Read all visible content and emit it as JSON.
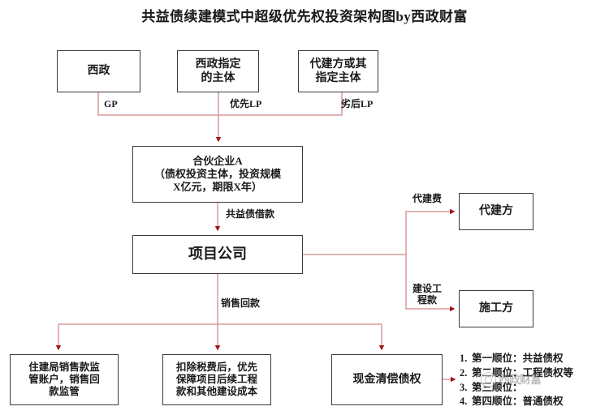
{
  "title": "共益债续建模式中超级优先权投资架构图by西政财富",
  "colors": {
    "line": "#d79a9a",
    "arrowhead": "#a01515",
    "box_border": "#3a3a3a",
    "text": "#1a1a1a",
    "background": "#ffffff",
    "watermark": "#6e6e6e"
  },
  "nodes": {
    "xizheng": "西政",
    "designated_entity": "西政指定\n的主体",
    "designated_entity_line1": "西政指定",
    "designated_entity_line2": "的主体",
    "agent_entity_line1": "代建方或其",
    "agent_entity_line2": "指定主体",
    "partnership_line1": "合伙企业A",
    "partnership_line2": "（债权投资主体，投资规模",
    "partnership_line3": "X亿元，期限X年）",
    "project_company": "项目公司",
    "agent": "代建方",
    "builder": "施工方",
    "supervise_line1": "住建局销售款监",
    "supervise_line2": "管账户，销售回",
    "supervise_line3": "款监管",
    "tax_line1": "扣除税费后，优先",
    "tax_line2": "保障项目后续工程",
    "tax_line3": "款和其他建设成本",
    "cash_repay": "现金清偿债权"
  },
  "edge_labels": {
    "gp": "GP",
    "priority_lp": "优先LP",
    "subordinate_lp": "劣后LP",
    "common_benefit_loan": "共益债借款",
    "sales_proceeds": "销售回款",
    "agency_fee": "代建费",
    "construction_fee_line1": "建设工",
    "construction_fee_line2": "程款"
  },
  "priority_list": [
    {
      "index": "1.",
      "label": "第一顺位：",
      "value": "共益债权"
    },
    {
      "index": "2.",
      "label": "第二顺位：",
      "value": "工程债权等"
    },
    {
      "index": "3.",
      "label": "第三顺位：",
      "value": ""
    },
    {
      "index": "4.",
      "label": "第四顺位：",
      "value": "普通债权"
    }
  ],
  "watermark": {
    "text": "西政财富",
    "logo_icon": "circle-logo-icon"
  }
}
